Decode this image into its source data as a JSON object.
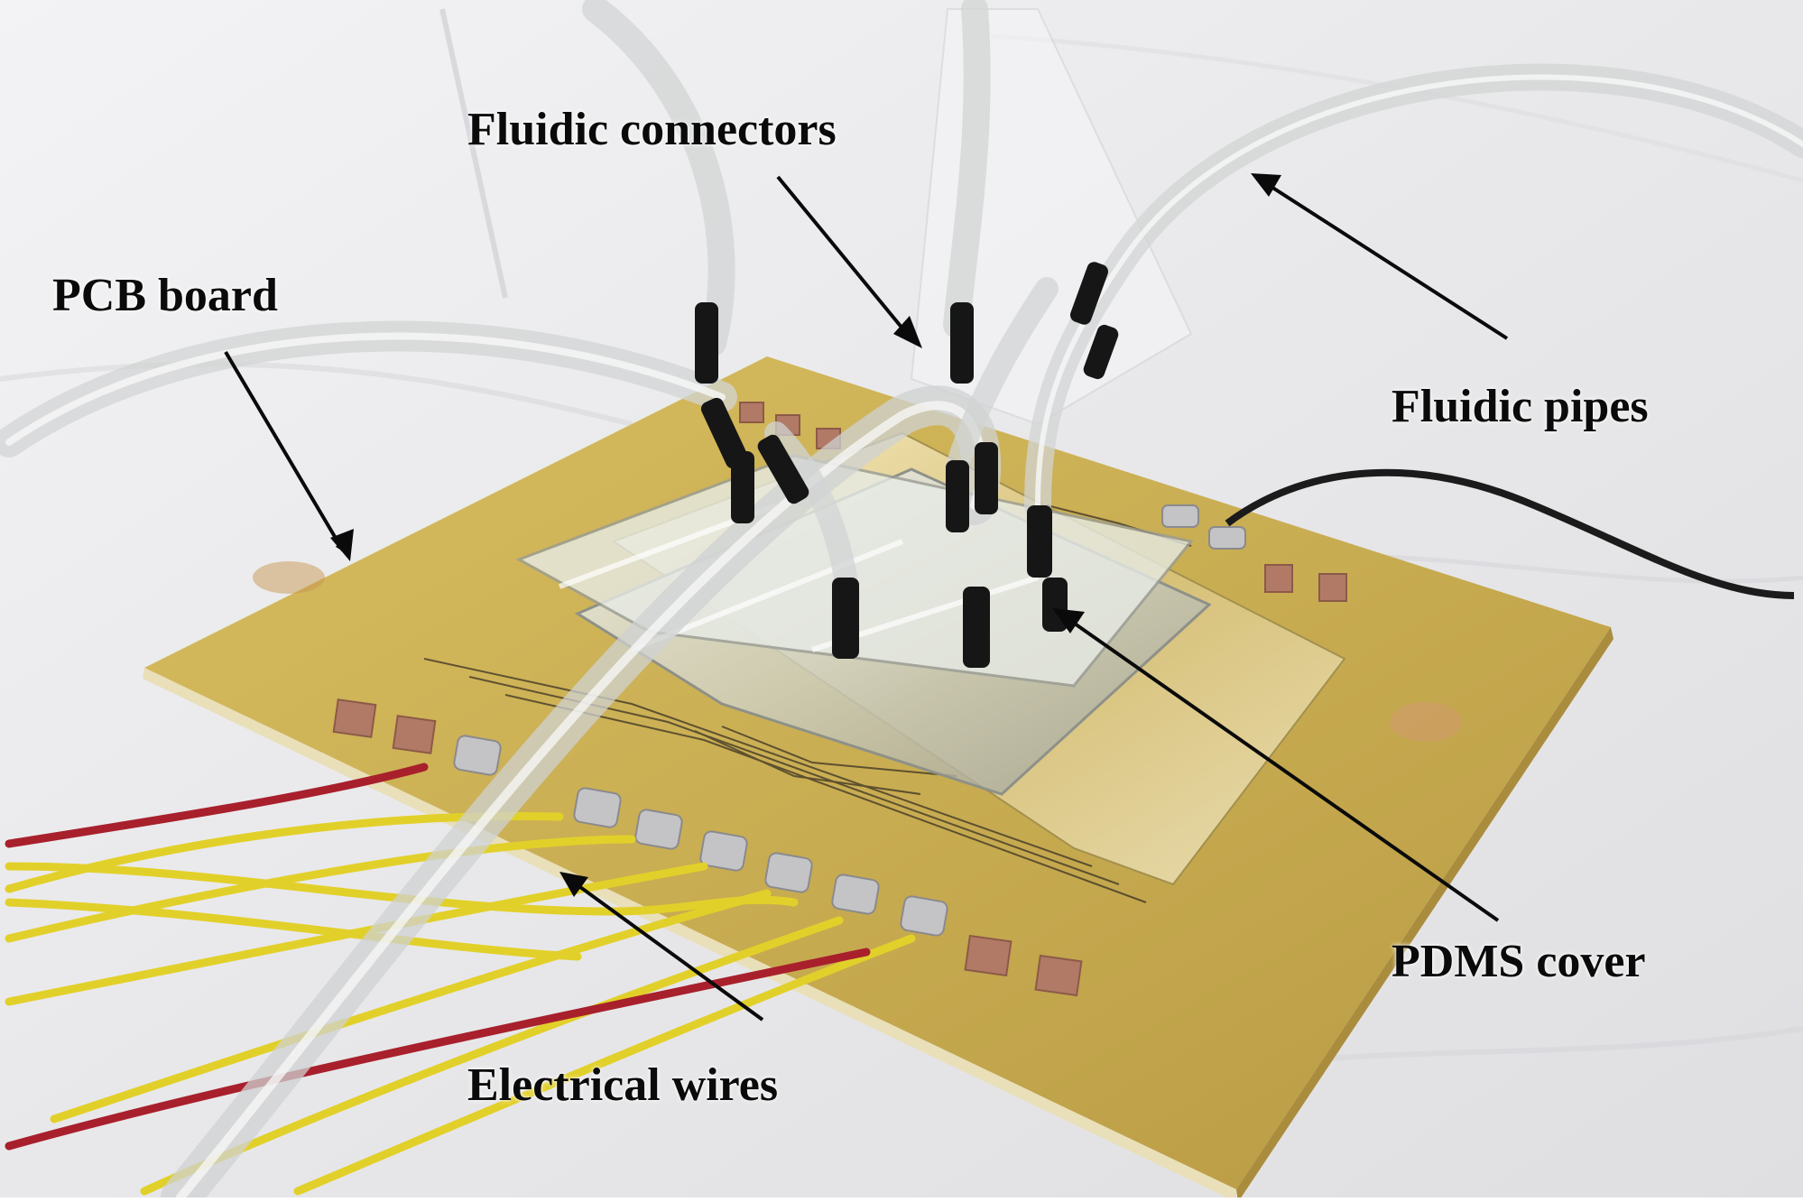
{
  "figure": {
    "labels": {
      "fluidic_connectors": "Fluidic connectors",
      "pcb_board": "PCB board",
      "fluidic_pipes": "Fluidic pipes",
      "pdms_cover": "PDMS cover",
      "electrical_wires": "Electrical wires"
    },
    "colors": {
      "background_cloth": "#ececee",
      "pcb_board": "#c9ad52",
      "copper_pad": "#b07a66",
      "solder": "#c4c4c6",
      "wire_yellow": "#e2d02a",
      "wire_red": "#a8202c",
      "wire_black": "#1b1b1b",
      "tube_clear": "#e4e6e6",
      "connector_black": "#161616",
      "arrow": "#0a0a0a"
    }
  }
}
